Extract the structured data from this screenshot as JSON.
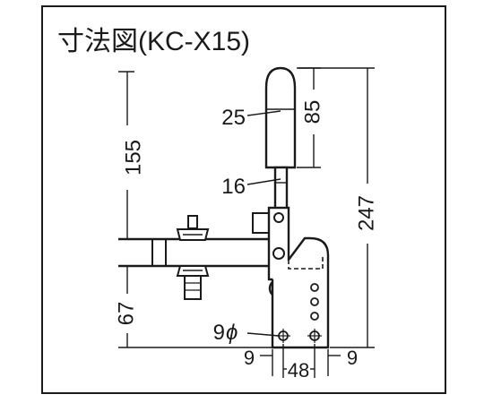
{
  "diagram": {
    "title": "寸法図(KC-X15)",
    "dimensions": {
      "handle_length": "85",
      "handle_diameter": "25",
      "rod_diameter": "16",
      "upper_height": "155",
      "overall_height": "247",
      "lower_height": "67",
      "hole_diameter_number": "9",
      "hole_diameter_symbol": "ϕ",
      "left_margin": "9",
      "base_width": "48",
      "right_margin": "9"
    },
    "colors": {
      "line": "#1a1a1a",
      "background": "#ffffff"
    }
  }
}
